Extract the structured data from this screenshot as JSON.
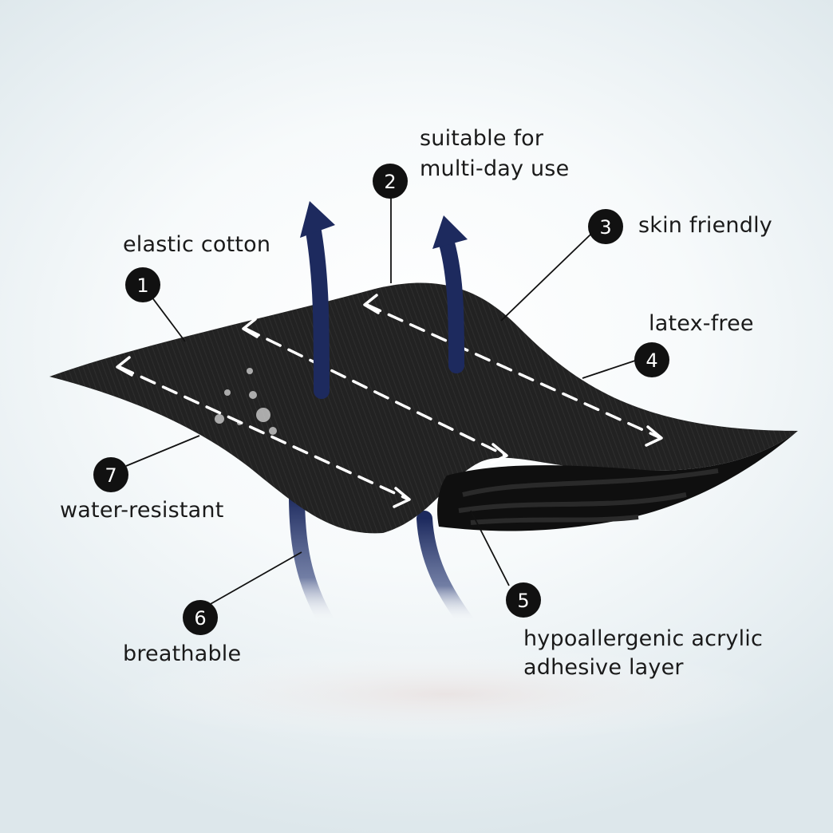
{
  "callouts": [
    {
      "number": "1",
      "label": "elastic cotton"
    },
    {
      "number": "2",
      "label_line1": "suitable for",
      "label_line2": "multi-day use"
    },
    {
      "number": "3",
      "label": "skin friendly"
    },
    {
      "number": "4",
      "label": "latex-free"
    },
    {
      "number": "5",
      "label_line1": "hypoallergenic acrylic",
      "label_line2": "adhesive layer"
    },
    {
      "number": "6",
      "label": "breathable"
    },
    {
      "number": "7",
      "label": "water-resistant"
    }
  ],
  "colors": {
    "fabric": "#1f1f1f",
    "arrow": "#1d2a5e",
    "badge": "#111111",
    "text": "#1a1a1a",
    "dashed": "#ffffff"
  }
}
